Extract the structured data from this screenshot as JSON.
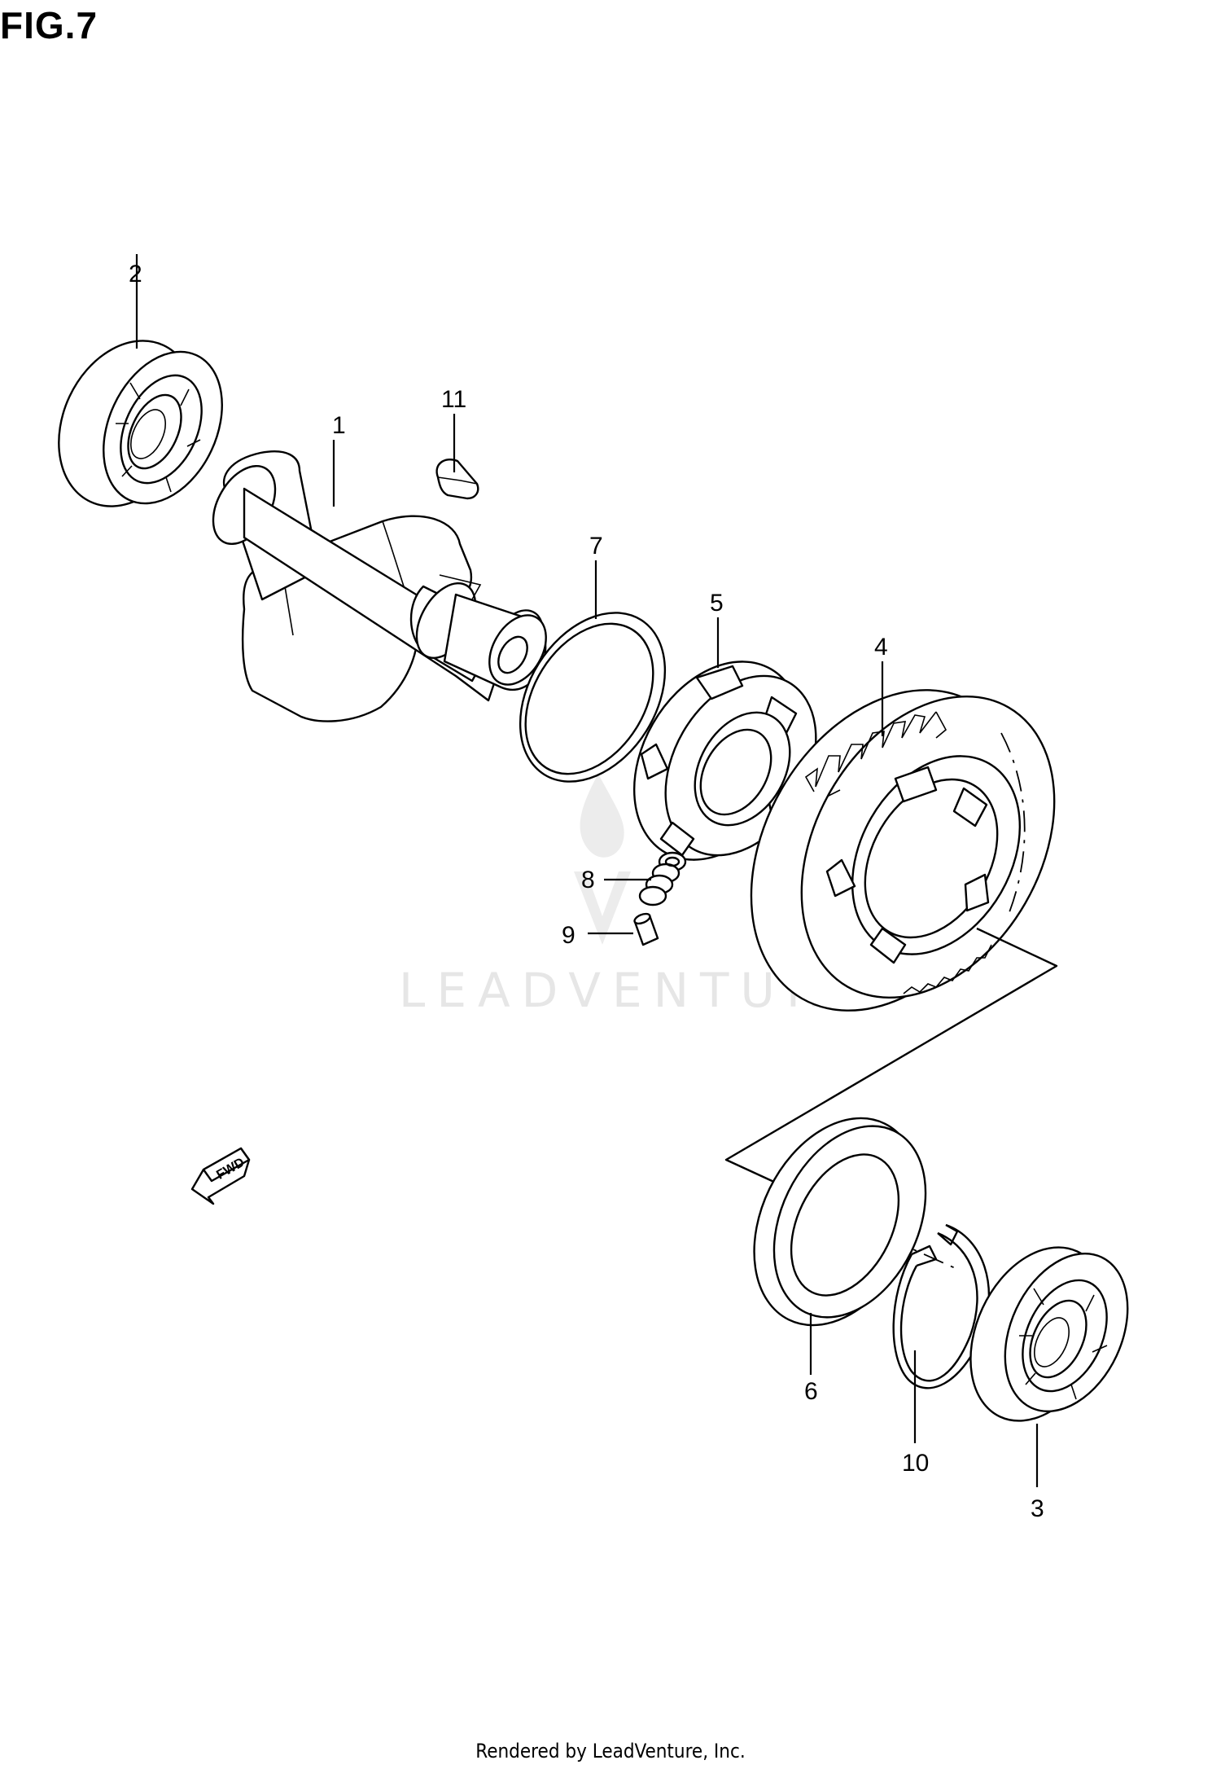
{
  "figure": {
    "title": "FIG.7"
  },
  "footer": {
    "text": "Rendered by LeadVenture, Inc."
  },
  "watermark": {
    "text": "LEADVENTURE"
  },
  "fwd_marker": {
    "label": "FWD"
  },
  "callouts": [
    {
      "id": "1",
      "label": "1",
      "part": "balancer-shaft"
    },
    {
      "id": "2",
      "label": "2",
      "part": "bearing-left"
    },
    {
      "id": "3",
      "label": "3",
      "part": "bearing-right"
    },
    {
      "id": "4",
      "label": "4",
      "part": "balancer-gear"
    },
    {
      "id": "5",
      "label": "5",
      "part": "gear-hub"
    },
    {
      "id": "6",
      "label": "6",
      "part": "washer"
    },
    {
      "id": "7",
      "label": "7",
      "part": "o-ring"
    },
    {
      "id": "8",
      "label": "8",
      "part": "spring"
    },
    {
      "id": "9",
      "label": "9",
      "part": "pin"
    },
    {
      "id": "10",
      "label": "10",
      "part": "circlip"
    },
    {
      "id": "11",
      "label": "11",
      "part": "key"
    }
  ],
  "colors": {
    "line": "#000000",
    "background": "#ffffff",
    "watermark": "#e6e6e6"
  }
}
